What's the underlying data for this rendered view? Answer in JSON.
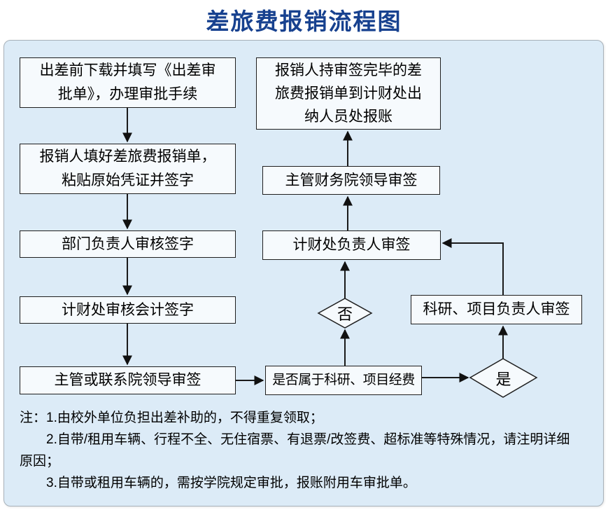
{
  "page": {
    "title": "差旅费报销流程图"
  },
  "colors": {
    "title_text": "#17418f",
    "panel_background": "#dcebf7",
    "node_background": "#f6fafd",
    "line_color": "#1a1a1a"
  },
  "chart_data": {
    "type": "flowchart",
    "title": "差旅费报销流程图",
    "edges": [
      [
        "step1",
        "step2"
      ],
      [
        "step2",
        "step3"
      ],
      [
        "step3",
        "step4"
      ],
      [
        "step4",
        "step5"
      ],
      [
        "step5",
        "question"
      ],
      [
        "question",
        "no"
      ],
      [
        "question",
        "yes"
      ],
      [
        "no",
        "finance_head_sign"
      ],
      [
        "yes",
        "research_sign"
      ],
      [
        "research_sign",
        "finance_head_sign"
      ],
      [
        "finance_head_sign",
        "finance_leader_sign"
      ],
      [
        "finance_leader_sign",
        "final_step"
      ]
    ]
  },
  "flow": {
    "step1": "出差前下载并填写《出差审\n批单》，办理审批手续",
    "step2": "报销人填好差旅费报销单，\n粘贴原始凭证并签字",
    "step3": "部门负责人审核签字",
    "step4": "计财处审核会计签字",
    "step5": "主管或联系院领导审签",
    "question": "是否属于科研、项目经费",
    "no_label": "否",
    "yes_label": "是",
    "research_sign": "科研、项目负责人审签",
    "finance_head_sign": "计财处负责人审签",
    "finance_leader_sign": "主管财务院领导审签",
    "final_step": "报销人持审签完毕的差\n旅费报销单到计财处出\n纳人员处报账"
  },
  "notes": {
    "line1": "注：1.由校外单位负担出差补助的，不得重复领取；",
    "line2": "2.自带/租用车辆、行程不全、无住宿票、有退票/改签费、超标准等特殊情况，请注明详细原因；",
    "line3": "3.自带或租用车辆的，需按学院规定审批，报账附用车审批单。"
  }
}
